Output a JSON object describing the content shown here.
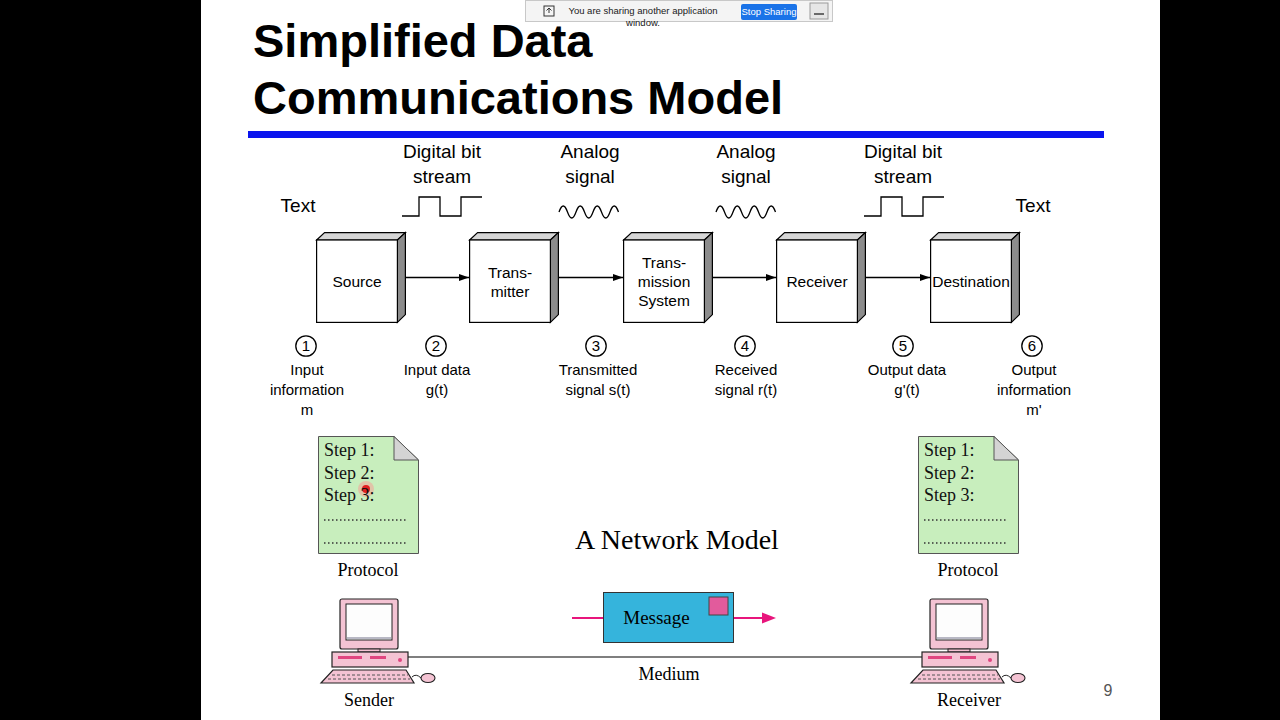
{
  "diagram": {
    "title": "Simplified Data Communications Model",
    "nodes": [
      {
        "text": [
          "Source"
        ]
      },
      {
        "text": [
          "Trans- mitter"
        ]
      },
      {
        "text": [
          "Trans- mission System"
        ]
      },
      {
        "text": [
          "Receiver"
        ]
      },
      {
        "text": [
          "Destination"
        ]
      },
      {
        "text": [
          "1"
        ]
      },
      {
        "text": [
          "2"
        ]
      },
      {
        "text": [
          "3"
        ]
      },
      {
        "text": [
          "4"
        ]
      },
      {
        "text": [
          "5"
        ]
      },
      {
        "text": [
          "6"
        ]
      },
      {
        "text": [
          "Step 1:",
          "Step 2:",
          "Step 3:"
        ]
      },
      {
        "text": [
          "Step 1:",
          "Step 2:",
          "Step 3:"
        ]
      },
      {
        "text": [
          "Message"
        ]
      }
    ],
    "edges": [
      {
        "from": 0,
        "to": 1,
        "arrow": "to"
      },
      {
        "from": 1,
        "to": 2,
        "arrow": "to"
      },
      {
        "from": 2,
        "to": 3,
        "arrow": "to"
      },
      {
        "from": 3,
        "to": 4,
        "arrow": "to"
      }
    ],
    "labels": [
      "You are sharing another application window.",
      "Stop Sharing",
      "Text",
      "Digital bit stream",
      "Analog signal",
      "Analog signal",
      "Digital bit stream",
      "Text",
      "Input information m",
      "Input data g(t)",
      "Transmitted signal s(t)",
      "Received signal r(t)",
      "Output data g'(t)",
      "Output information m'",
      "Protocol",
      "A Network Model",
      "Protocol",
      "Medium",
      "Sender",
      "Receiver",
      "9"
    ]
  }
}
